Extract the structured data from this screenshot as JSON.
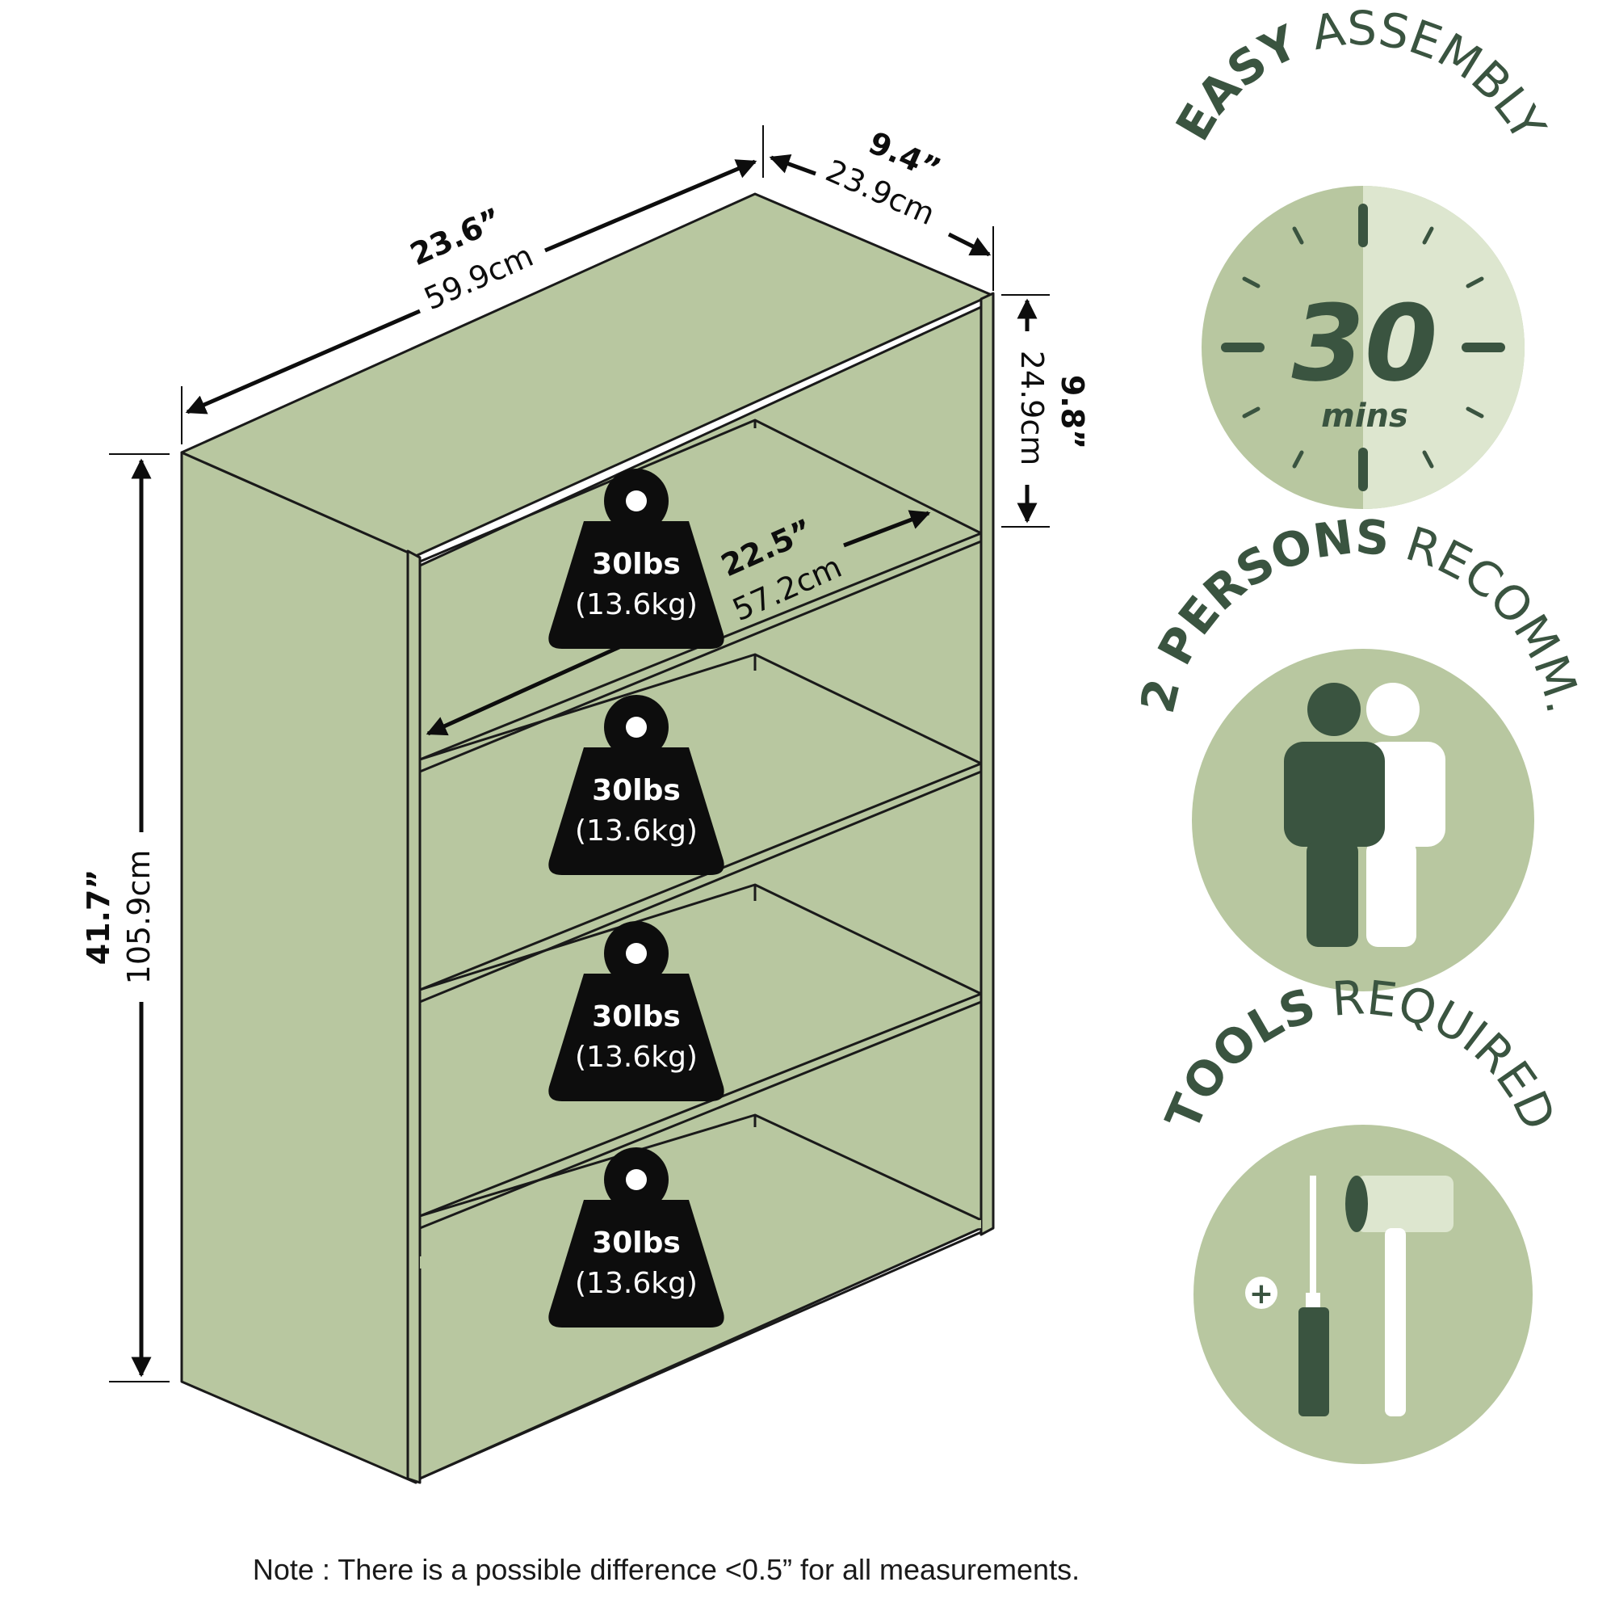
{
  "colors": {
    "shelf_fill": "#b8c7a0",
    "outline": "#1a1a1a",
    "badge_light": "#b8c7a0",
    "badge_pale": "#dde6cf",
    "dark_green": "#3a5440",
    "weight_fill": "#0d0d0d",
    "white": "#ffffff"
  },
  "dimensions": {
    "width_in": "23.6”",
    "width_cm": "59.9cm",
    "depth_in": "9.4”",
    "depth_cm": "23.9cm",
    "shelf_gap_in": "9.8”",
    "shelf_gap_cm": "24.9cm",
    "inner_width_in": "22.5”",
    "inner_width_cm": "57.2cm",
    "height_in": "41.7”",
    "height_cm": "105.9cm"
  },
  "weights": [
    {
      "lbs": "30lbs",
      "kg": "(13.6kg)"
    },
    {
      "lbs": "30lbs",
      "kg": "(13.6kg)"
    },
    {
      "lbs": "30lbs",
      "kg": "(13.6kg)"
    },
    {
      "lbs": "30lbs",
      "kg": "(13.6kg)"
    }
  ],
  "badges": {
    "assembly": {
      "bold": "EASY",
      "rest": " ASSEMBLY",
      "number": "30",
      "unit": "mins"
    },
    "persons": {
      "bold": "2 PERSONS",
      "rest": " RECOMM."
    },
    "tools": {
      "bold": "TOOLS",
      "rest": " REQUIRED",
      "plus": "+"
    }
  },
  "note": "Note : There is a possible difference <0.5” for all measurements."
}
